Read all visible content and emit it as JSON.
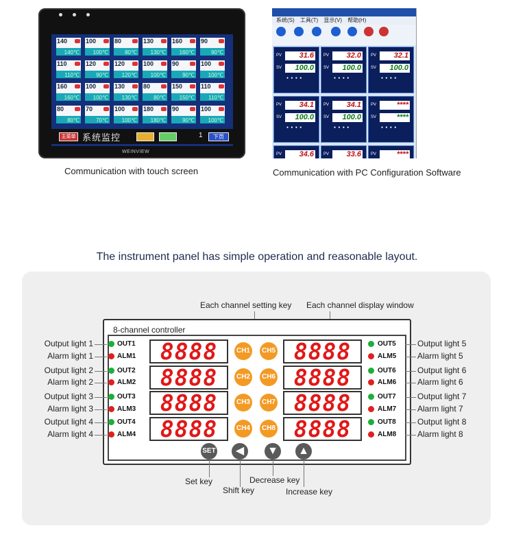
{
  "captions": {
    "touch": "Communication with touch screen",
    "pc": "Communication with PC Configuration Software"
  },
  "heading": "The instrument panel has simple operation and reasonable layout.",
  "hmi": {
    "cells": [
      {
        "pv": "140",
        "sv": "140℃"
      },
      {
        "pv": "100",
        "sv": "100℃"
      },
      {
        "pv": "80",
        "sv": "80℃"
      },
      {
        "pv": "130",
        "sv": "130℃"
      },
      {
        "pv": "160",
        "sv": "160℃"
      },
      {
        "pv": "90",
        "sv": "90℃"
      },
      {
        "pv": "110",
        "sv": "110℃"
      },
      {
        "pv": "120",
        "sv": "90℃"
      },
      {
        "pv": "120",
        "sv": "120℃"
      },
      {
        "pv": "100",
        "sv": "100℃"
      },
      {
        "pv": "90",
        "sv": "90℃"
      },
      {
        "pv": "100",
        "sv": "100℃"
      },
      {
        "pv": "160",
        "sv": "160℃"
      },
      {
        "pv": "100",
        "sv": "100℃"
      },
      {
        "pv": "130",
        "sv": "130℃"
      },
      {
        "pv": "80",
        "sv": "80℃"
      },
      {
        "pv": "150",
        "sv": "150℃"
      },
      {
        "pv": "110",
        "sv": "110℃"
      },
      {
        "pv": "80",
        "sv": "80℃"
      },
      {
        "pv": "70",
        "sv": "70℃"
      },
      {
        "pv": "100",
        "sv": "100℃"
      },
      {
        "pv": "180",
        "sv": "180℃"
      },
      {
        "pv": "90",
        "sv": "90℃"
      },
      {
        "pv": "100",
        "sv": "100℃"
      }
    ],
    "main_menu": "主菜单",
    "system_title": "系统监控",
    "page": "1",
    "next_page": "下页",
    "brand": "WEINVIEW"
  },
  "pc": {
    "menu": [
      "系统(S)",
      "工具(T)",
      "显示(V)",
      "帮助(H)"
    ],
    "panels": [
      {
        "pv": "31.6",
        "sv": "100.0"
      },
      {
        "pv": "32.0",
        "sv": "100.0"
      },
      {
        "pv": "32.1",
        "sv": "100.0"
      },
      {
        "pv": "34.1",
        "sv": "100.0"
      },
      {
        "pv": "34.1",
        "sv": "100.0"
      },
      {
        "pv": "****",
        "sv": "****"
      },
      {
        "pv": "34.6",
        "sv": ""
      },
      {
        "pv": "33.6",
        "sv": ""
      },
      {
        "pv": "****",
        "sv": ""
      }
    ]
  },
  "device": {
    "title": "8-channel controller",
    "display_text": "8888",
    "left_indicators": [
      "OUT1",
      "ALM1",
      "OUT2",
      "ALM2",
      "OUT3",
      "ALM3",
      "OUT4",
      "ALM4"
    ],
    "right_indicators": [
      "OUT5",
      "ALM5",
      "OUT6",
      "ALM6",
      "OUT7",
      "ALM7",
      "OUT8",
      "ALM8"
    ],
    "channel_keys": [
      "CH1",
      "CH5",
      "CH2",
      "CH6",
      "CH3",
      "CH7",
      "CH4",
      "CH8"
    ],
    "set_key": "SET"
  },
  "labels": {
    "left": [
      "Output light 1",
      "Alarm light 1",
      "Output light 2",
      "Alarm light 2",
      "Output light 3",
      "Alarm light 3",
      "Output light 4",
      "Alarm light 4"
    ],
    "right": [
      "Output light 5",
      "Alarm light 5",
      "Output light 6",
      "Alarm light 6",
      "Output light 7",
      "Alarm light 7",
      "Output light 8",
      "Alarm light 8"
    ],
    "channel_setting_key": "Each channel setting key",
    "channel_display_window": "Each channel display window",
    "set_key": "Set key",
    "shift_key": "Shift key",
    "decrease_key": "Decrease key",
    "increase_key": "Increase key"
  },
  "colors": {
    "segment_red": "#e01818",
    "channel_key_orange": "#f39a25",
    "led_green": "#1eae3a",
    "led_red": "#e02020"
  }
}
